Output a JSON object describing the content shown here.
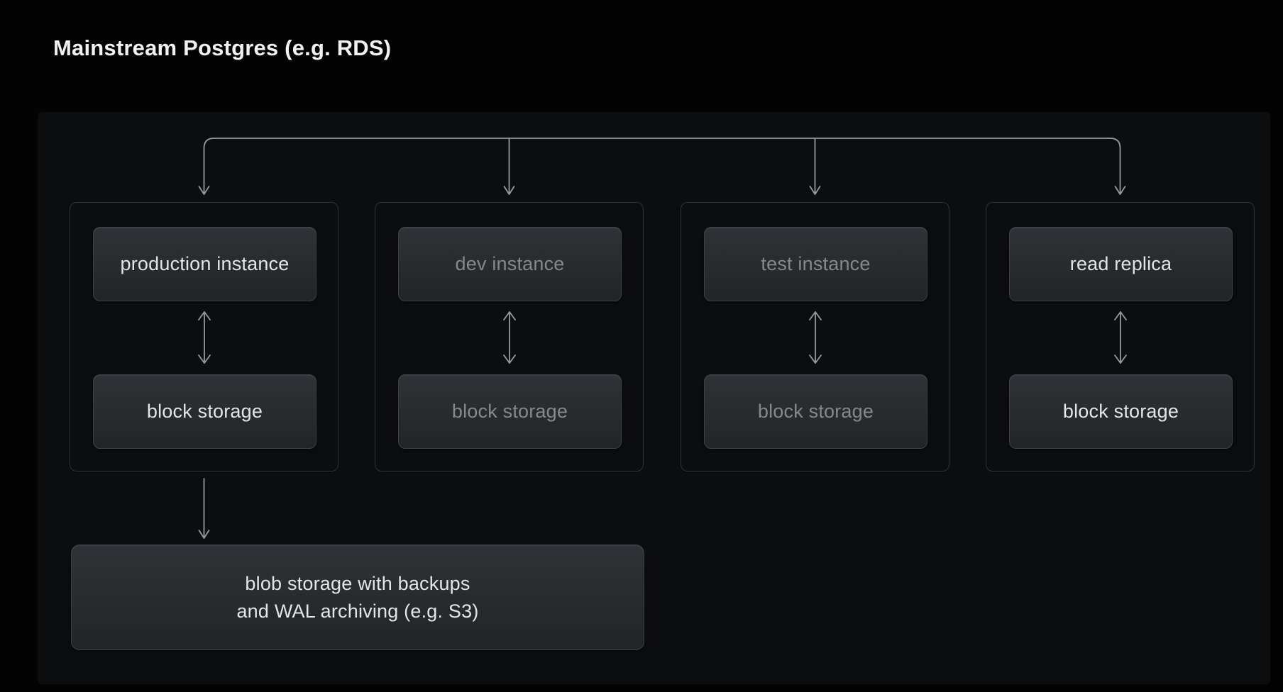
{
  "title": "Mainstream Postgres (e.g. RDS)",
  "diagram": {
    "columns": [
      {
        "instance_label": "production instance",
        "storage_label": "block storage",
        "emphasis": "bright"
      },
      {
        "instance_label": "dev instance",
        "storage_label": "block storage",
        "emphasis": "dim"
      },
      {
        "instance_label": "test instance",
        "storage_label": "block storage",
        "emphasis": "dim"
      },
      {
        "instance_label": "read replica",
        "storage_label": "block storage",
        "emphasis": "bright"
      }
    ],
    "blob_storage": {
      "line1": "blob storage with backups",
      "line2": "and WAL archiving (e.g. S3)"
    },
    "connectors": {
      "fan_out": "top horizontal line branching down into all four groups",
      "instance_to_storage": "bidirectional vertical arrow",
      "production_storage_to_blob": "downward arrow"
    }
  },
  "colors": {
    "page-bg": "#030303",
    "panel-bg": "#0c0d0f",
    "group-border": "#2e3135",
    "node-border": "#3d4046",
    "node-fill-top": "#303237",
    "node-fill-bottom": "#222428",
    "text-bright": "#e3e5e8",
    "text-dim": "#85888e",
    "line": "#979a9e",
    "title": "#eff1f3"
  }
}
